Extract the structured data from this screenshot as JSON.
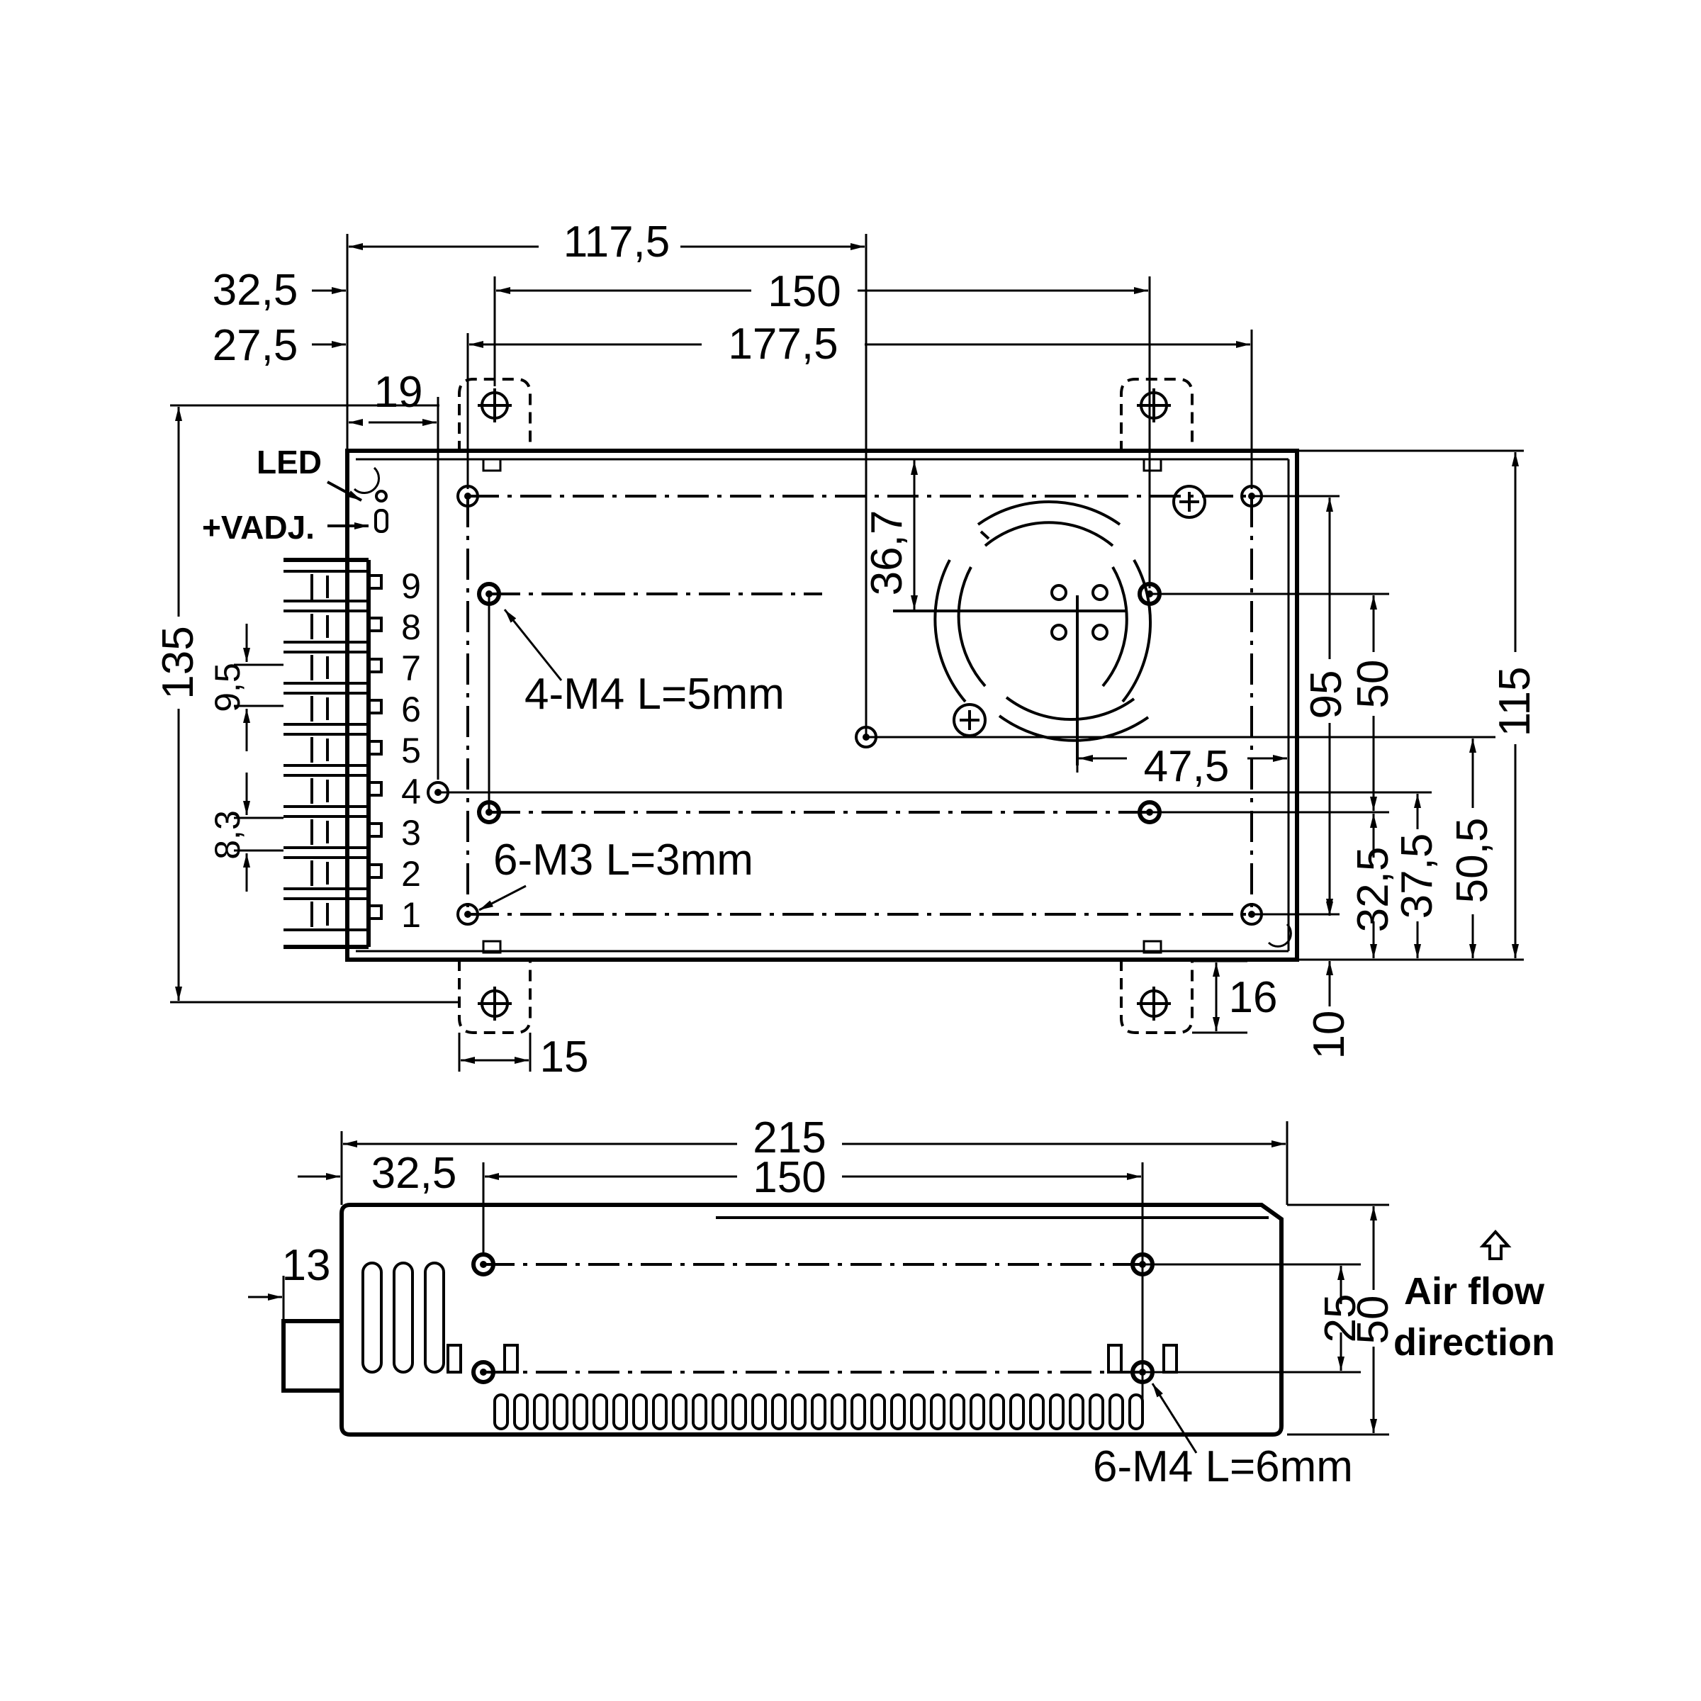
{
  "top_view": {
    "dims": {
      "d117_5": "117,5",
      "d32_5": "32,5",
      "d150": "150",
      "d27_5": "27,5",
      "d177_5": "177,5",
      "d19": "19",
      "d135": "135",
      "d9_5": "9,5",
      "d8_3": "8,3",
      "d36_7": "36,7",
      "d95": "95",
      "d50": "50",
      "d115": "115",
      "d47_5": "47,5",
      "d32_5v": "32,5",
      "d37_5": "37,5",
      "d50_5": "50,5",
      "d16": "16",
      "d10": "10",
      "d15": "15"
    },
    "labels": {
      "led": "LED",
      "vadj": "+VADJ.",
      "terminals": [
        "9",
        "8",
        "7",
        "6",
        "5",
        "4",
        "3",
        "2",
        "1"
      ]
    },
    "notes": {
      "m4": "4-M4 L=5mm",
      "m3": "6-M3 L=3mm"
    }
  },
  "side_view": {
    "dims": {
      "d215": "215",
      "d32_5": "32,5",
      "d150": "150",
      "d13": "13",
      "d25": "25",
      "d50": "50"
    },
    "airflow": {
      "icon": "up-arrow-outline",
      "line1": "Air flow",
      "line2": "direction"
    },
    "notes": {
      "m4": "6-M4 L=6mm"
    }
  }
}
